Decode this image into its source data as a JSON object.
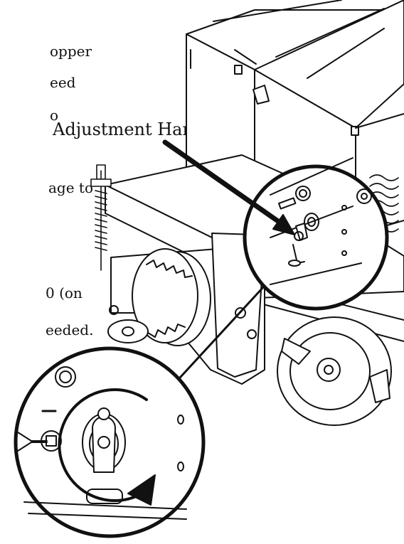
{
  "callout": {
    "label": "Adjustment Handle"
  },
  "left_text_fragments": {
    "line1": "opper",
    "line2": "eed",
    "line3": "o",
    "line4": "age to",
    "line5": "0 (on",
    "line6": "eeded."
  },
  "colors": {
    "ink": "#111111",
    "paper": "#ffffff"
  }
}
